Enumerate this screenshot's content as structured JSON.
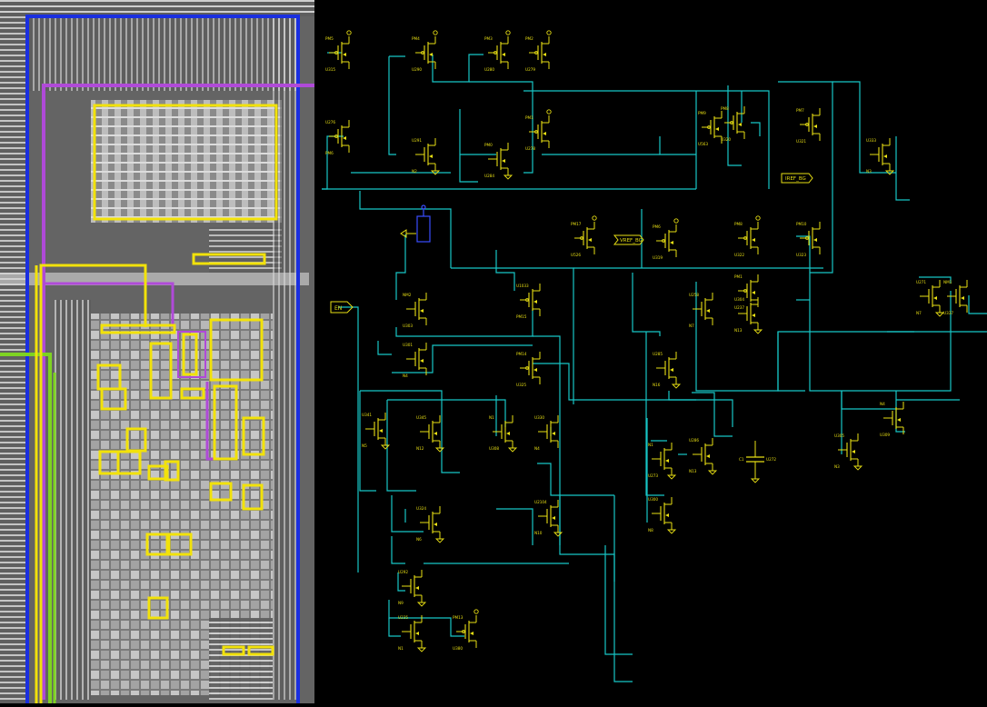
{
  "die_photo": {
    "overlay_colors": {
      "boundary": "#1a2fe0",
      "bus": "#b04ad8",
      "cells": "#f2e20a",
      "ground": "#7ed321"
    }
  },
  "schematic": {
    "wire_color": "#17c6c6",
    "device_color": "#e8df14",
    "net_labels": {
      "in_port": "EN",
      "vref_port": "VREF_BG",
      "ref_port": "IREF_BG"
    },
    "devices": [
      {
        "name": "PM5",
        "ref": "U315",
        "type": "pmos",
        "supply": "vdd"
      },
      {
        "name": "PM4",
        "ref": "U290",
        "type": "pmos",
        "supply": "vdd"
      },
      {
        "name": "PM3",
        "ref": "U280",
        "type": "pmos",
        "supply": "vdd"
      },
      {
        "name": "PM2",
        "ref": "U279",
        "type": "pmos",
        "supply": "vdd"
      },
      {
        "name": "U276",
        "ref": "PM6",
        "type": "pmos",
        "supply": "none"
      },
      {
        "name": "PM1",
        "ref": "U278",
        "type": "pmos",
        "supply": "vdd"
      },
      {
        "name": "U291",
        "ref": "N2",
        "type": "nmos",
        "supply": "gnd"
      },
      {
        "name": "PM0",
        "ref": "U284",
        "type": "nmos",
        "supply": "gnd"
      },
      {
        "name": "PM9",
        "ref": "U563",
        "type": "pmos",
        "supply": "none"
      },
      {
        "name": "PM8",
        "ref": "U320",
        "type": "pmos",
        "supply": "none"
      },
      {
        "name": "PM7",
        "ref": "U321",
        "type": "pmos",
        "supply": "none"
      },
      {
        "name": "U333",
        "ref": "N3",
        "type": "nmos",
        "supply": "gnd"
      },
      {
        "name": "PM17",
        "ref": "U526",
        "type": "pmos",
        "supply": "vdd"
      },
      {
        "name": "PM6",
        "ref": "U319",
        "type": "pmos",
        "supply": "vdd"
      },
      {
        "name": "PM8",
        "ref": "U322",
        "type": "pmos",
        "supply": "vdd"
      },
      {
        "name": "PM10",
        "ref": "U323",
        "type": "pmos",
        "supply": "none"
      },
      {
        "name": "PM1",
        "ref": "U237",
        "type": "pmos",
        "supply": "none"
      },
      {
        "name": "U304",
        "ref": "N13",
        "type": "nmos",
        "supply": "gnd"
      },
      {
        "name": "U271",
        "ref": "N7",
        "type": "nmos",
        "supply": "gnd"
      },
      {
        "name": "NM1",
        "ref": "U337",
        "type": "nmos",
        "supply": "none"
      },
      {
        "name": "NM2",
        "ref": "U303",
        "type": "nmos",
        "supply": "none"
      },
      {
        "name": "U1033",
        "ref": "PM15",
        "type": "pmos",
        "supply": "none"
      },
      {
        "name": "U258",
        "ref": "N7",
        "type": "nmos",
        "supply": "none"
      },
      {
        "name": "U301",
        "ref": "N4",
        "type": "nmos",
        "supply": "none"
      },
      {
        "name": "PM14",
        "ref": "U325",
        "type": "pmos",
        "supply": "none"
      },
      {
        "name": "U285",
        "ref": "N16",
        "type": "nmos",
        "supply": "gnd"
      },
      {
        "name": "N4",
        "ref": "U309",
        "type": "nmos",
        "supply": "none"
      },
      {
        "name": "U341",
        "ref": "N5",
        "type": "nmos",
        "supply": "gnd"
      },
      {
        "name": "U345",
        "ref": "N12",
        "type": "nmos",
        "supply": "gnd"
      },
      {
        "name": "N1",
        "ref": "U308",
        "type": "nmos",
        "supply": "gnd"
      },
      {
        "name": "U330",
        "ref": "N4",
        "type": "nmos",
        "supply": "none"
      },
      {
        "name": "N1",
        "ref": "U273",
        "type": "nmos",
        "supply": "gnd"
      },
      {
        "name": "U286",
        "ref": "N13",
        "type": "nmos",
        "supply": "gnd"
      },
      {
        "name": "U305",
        "ref": "N3",
        "type": "nmos",
        "supply": "gnd"
      },
      {
        "name": "U324",
        "ref": "N6",
        "type": "nmos",
        "supply": "gnd"
      },
      {
        "name": "U2104",
        "ref": "N10",
        "type": "nmos",
        "supply": "gnd"
      },
      {
        "name": "U300",
        "ref": "N8",
        "type": "nmos",
        "supply": "gnd"
      },
      {
        "name": "U292",
        "ref": "N9",
        "type": "nmos",
        "supply": "gnd"
      },
      {
        "name": "U235",
        "ref": "N1",
        "type": "nmos",
        "supply": "gnd"
      },
      {
        "name": "PM13",
        "ref": "U380",
        "type": "pmos",
        "supply": "vdd"
      }
    ],
    "capacitor": {
      "name": "C1",
      "ref": "U272"
    }
  }
}
